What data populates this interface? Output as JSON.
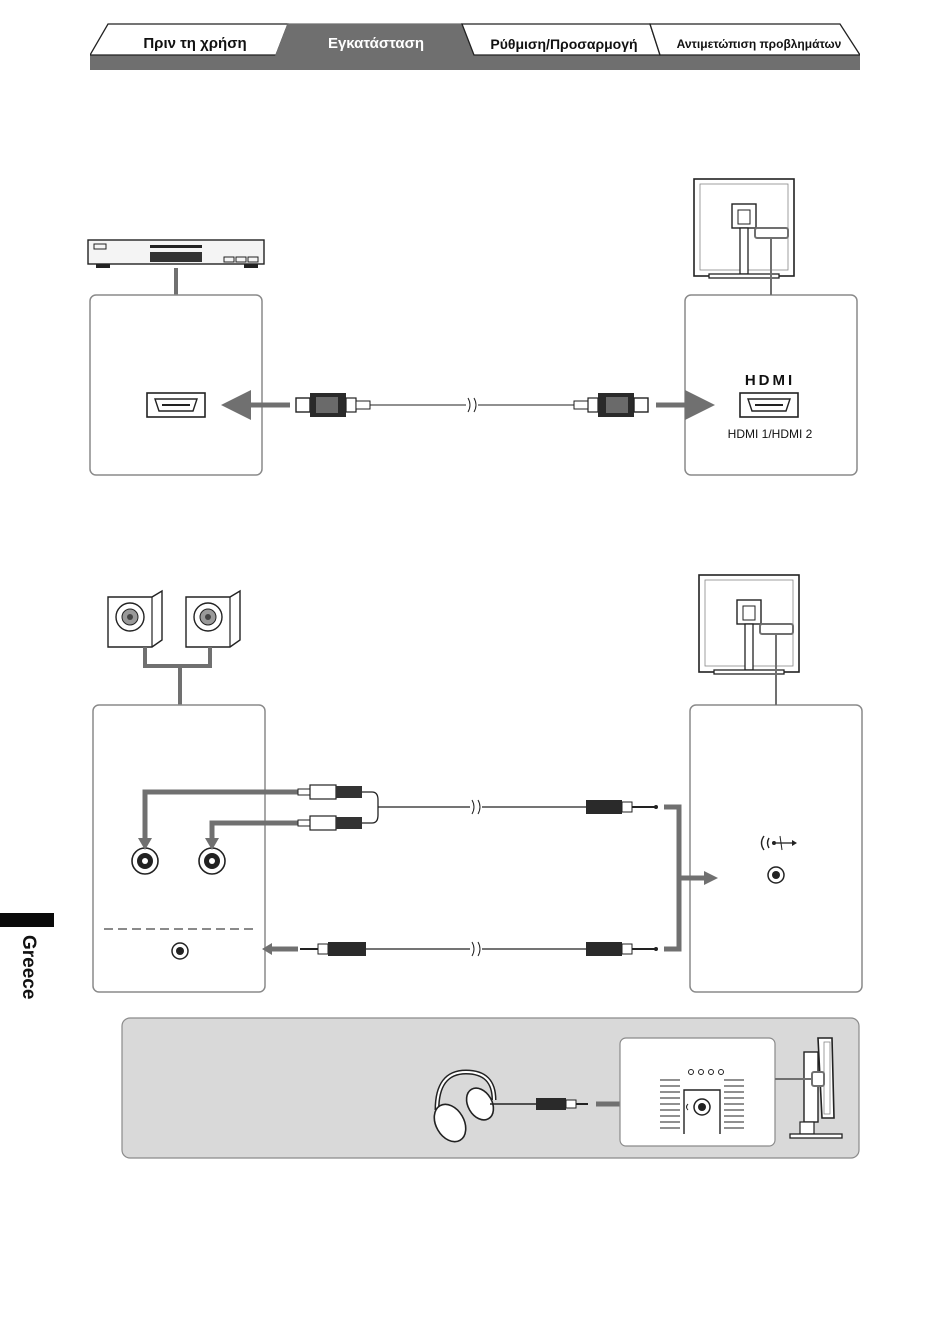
{
  "tabs": [
    {
      "label": "Πριν τη χρήση",
      "active": false
    },
    {
      "label": "Εγκατάσταση",
      "active": true
    },
    {
      "label": "Ρύθμιση/Προσαρμογή",
      "active": false
    },
    {
      "label": "Αντιμετώπιση προβλημάτων",
      "active": false
    }
  ],
  "side_tab": {
    "label": "Greece"
  },
  "hdmi_section": {
    "logo_text": "HDMI",
    "port_caption": "HDMI 1/HDMI 2"
  },
  "colors": {
    "tab_active": "#6f6f6f",
    "arrow": "#707070",
    "panel_border": "#8a8a8a",
    "inset_bg": "#d9d9d9"
  }
}
